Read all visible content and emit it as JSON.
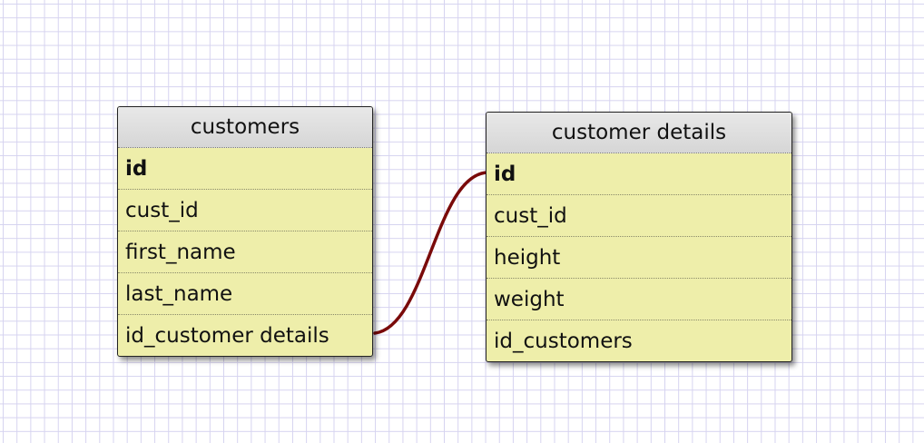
{
  "colors": {
    "grid_line": "#d6d3f0",
    "table_body": "#eeeeaa",
    "table_header": "#d6d6d6",
    "relationship_line": "#7a0a0a"
  },
  "tables": [
    {
      "name": "customers",
      "fields": [
        {
          "name": "id",
          "primary_key": true
        },
        {
          "name": "cust_id",
          "primary_key": false
        },
        {
          "name": "first_name",
          "primary_key": false
        },
        {
          "name": "last_name",
          "primary_key": false
        },
        {
          "name": "id_customer details",
          "primary_key": false
        }
      ]
    },
    {
      "name": "customer details",
      "fields": [
        {
          "name": "id",
          "primary_key": true
        },
        {
          "name": "cust_id",
          "primary_key": false
        },
        {
          "name": "height",
          "primary_key": false
        },
        {
          "name": "weight",
          "primary_key": false
        },
        {
          "name": "id_customers",
          "primary_key": false
        }
      ]
    }
  ],
  "relationships": [
    {
      "from_table": "customers",
      "from_field": "id_customer details",
      "to_table": "customer details",
      "to_field": "id"
    }
  ]
}
